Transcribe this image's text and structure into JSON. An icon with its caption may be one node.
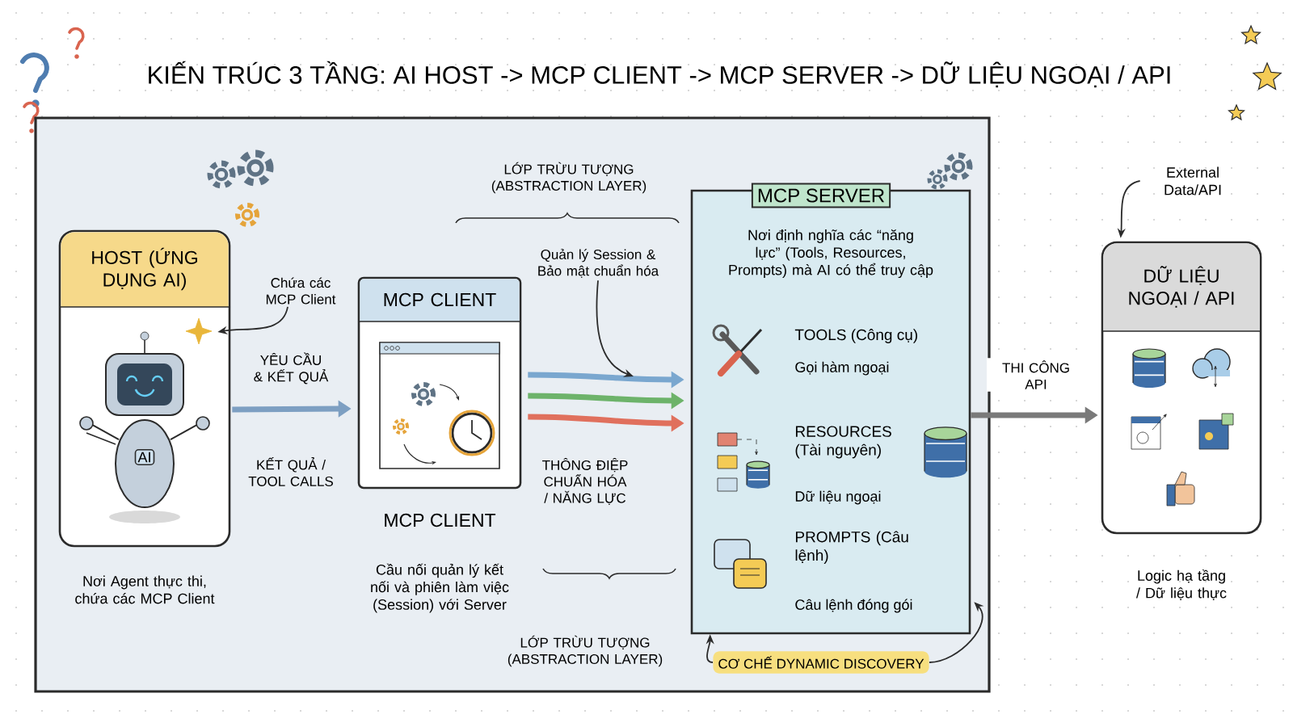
{
  "diagram": {
    "title": "KIẾN TRÚC 3 TẦNG: AI HOST -> MCP CLIENT -> MCP SERVER -> DỮ LIỆU NGOẠI / API",
    "nodes": [
      {
        "text": [],
        "shape": "box"
      },
      {
        "text": [
          "HOST (ỨNG DỤNG AI)"
        ],
        "beside": [
          "Nơi Agent thực thi, chứa các MCP Client"
        ],
        "in": 0
      },
      {
        "text": [
          "MCP CLIENT"
        ],
        "beside": [
          "MCP CLIENT",
          "Cầu nối quản lý kết nối và phiên làm việc (Session) với Server"
        ],
        "in": 0
      },
      {
        "text": [
          "MCP SERVER",
          "Nơi định nghĩa các “năng lực” (Tools, Resources, Prompts) mà AI có thể truy cập",
          "TOOLS (Công cụ)",
          "Gọi hàm ngoại",
          "RESOURCES (Tài nguyên)",
          "Dữ liệu ngoại",
          "PROMPTS (Câu lệnh)",
          "Câu lệnh đóng gói"
        ],
        "in": 0
      },
      {
        "text": [
          "DỮ LIỆU NGOẠI / API"
        ],
        "beside": [
          "Logic hạ tầng / Dữ liệu thực"
        ]
      },
      {
        "text": [
          "External Data/API"
        ]
      },
      {
        "text": [
          "Chứa các MCP Client"
        ],
        "in": 0
      },
      {
        "text": [
          "Quản lý Session & Bảo mật chuẩn hóa"
        ],
        "in": 0
      },
      {
        "text": [
          "CƠ CHẾ DYNAMIC DISCOVERY"
        ],
        "in": 0
      }
    ],
    "edges": [
      {
        "from": 1,
        "to": 2,
        "arrow": "to",
        "label": "YÊU CẦU & KẾT QUẢ",
        "style": "thick",
        "color": "#7d9fc2"
      },
      {
        "from": 2,
        "to": 3,
        "arrow": "to",
        "style": "thick",
        "color": "#7aa7cf"
      },
      {
        "from": 2,
        "to": 3,
        "arrow": "to",
        "style": "thick",
        "color": "#6db36a"
      },
      {
        "from": 2,
        "to": 3,
        "arrow": "to",
        "label": "THÔNG ĐIỆP CHUẨN HÓA / NĂNG LỰC",
        "style": "thick",
        "color": "#e0705d"
      },
      {
        "from": 3,
        "to": 4,
        "arrow": "to",
        "label": "THI CÔNG API",
        "style": "thick",
        "color": "#7a7a7a"
      },
      {
        "from": 5,
        "to": 4,
        "arrow": "to"
      },
      {
        "from": 6,
        "to": 1,
        "arrow": "to"
      },
      {
        "from": 7,
        "to": null,
        "arrow": "to"
      },
      {
        "from": 8,
        "to": 3,
        "arrow": "to"
      },
      {
        "from": 8,
        "to": 3,
        "arrow": "to"
      }
    ],
    "labels": [
      "LỚP TRỪU TƯỢNG (ABSTRACTION LAYER)",
      "KẾT QUẢ / TOOL CALLS",
      "AI",
      "LỚP TRỪU TƯỢNG (ABSTRACTION LAYER)"
    ]
  }
}
